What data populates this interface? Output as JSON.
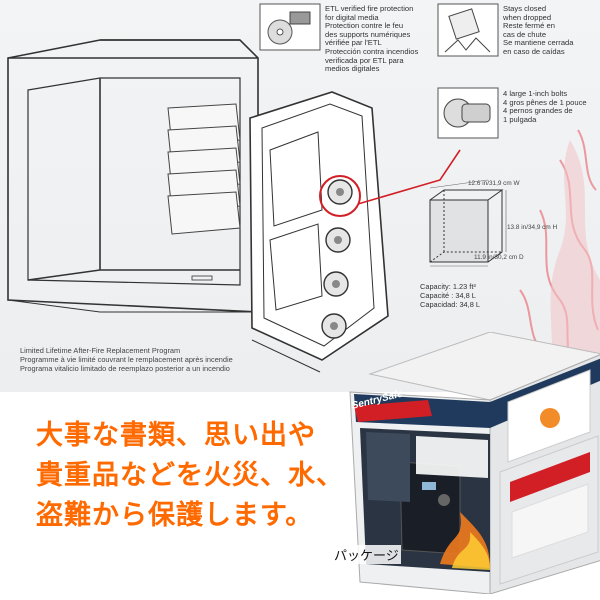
{
  "features": {
    "media": {
      "icon": "cd-drive-icon",
      "text": "ETL verified fire protection\nfor digital media\nProtection contre le feu\ndes supports numériques\nvérifiée par l'ETL\nProtección contra incendios\nverificada por ETL para\nmedios digitales"
    },
    "drop": {
      "icon": "drop-impact-icon",
      "text": "Stays closed\nwhen dropped\nReste fermé en\ncas de chute\nSe mantiene cerrada\nen caso de caídas"
    },
    "bolts": {
      "icon": "bolt-icon",
      "text": "4 large 1-inch bolts\n4 gros pênes de 1 pouce\n4 pernos grandes de\n1 pulgada"
    }
  },
  "dimensions": {
    "width": "12.6 in/31,9 cm W",
    "height": "13.8 in/34,9 cm H",
    "depth": "11.9 in/30,2 cm D"
  },
  "capacity": "Capacity: 1.23 ft³\nCapacité : 34,8 L\nCapacidad: 34,8 L",
  "warranty": "Limited Lifetime After-Fire Replacement Program\nProgramme à vie limité couvrant le remplacement après incendie\nPrograma vitalicio limitado de reemplazo posterior a un incendio",
  "caption": "大事な書類、思い出や\n貴重品などを火災、水、\n盗難から保護します。",
  "package": {
    "label": "パッケージ",
    "brand": "SentrySafe"
  },
  "colors": {
    "caption": "#ff6a00",
    "flame": "#e03030",
    "box_band": "#1f3a5c",
    "box_red": "#d21f26"
  }
}
